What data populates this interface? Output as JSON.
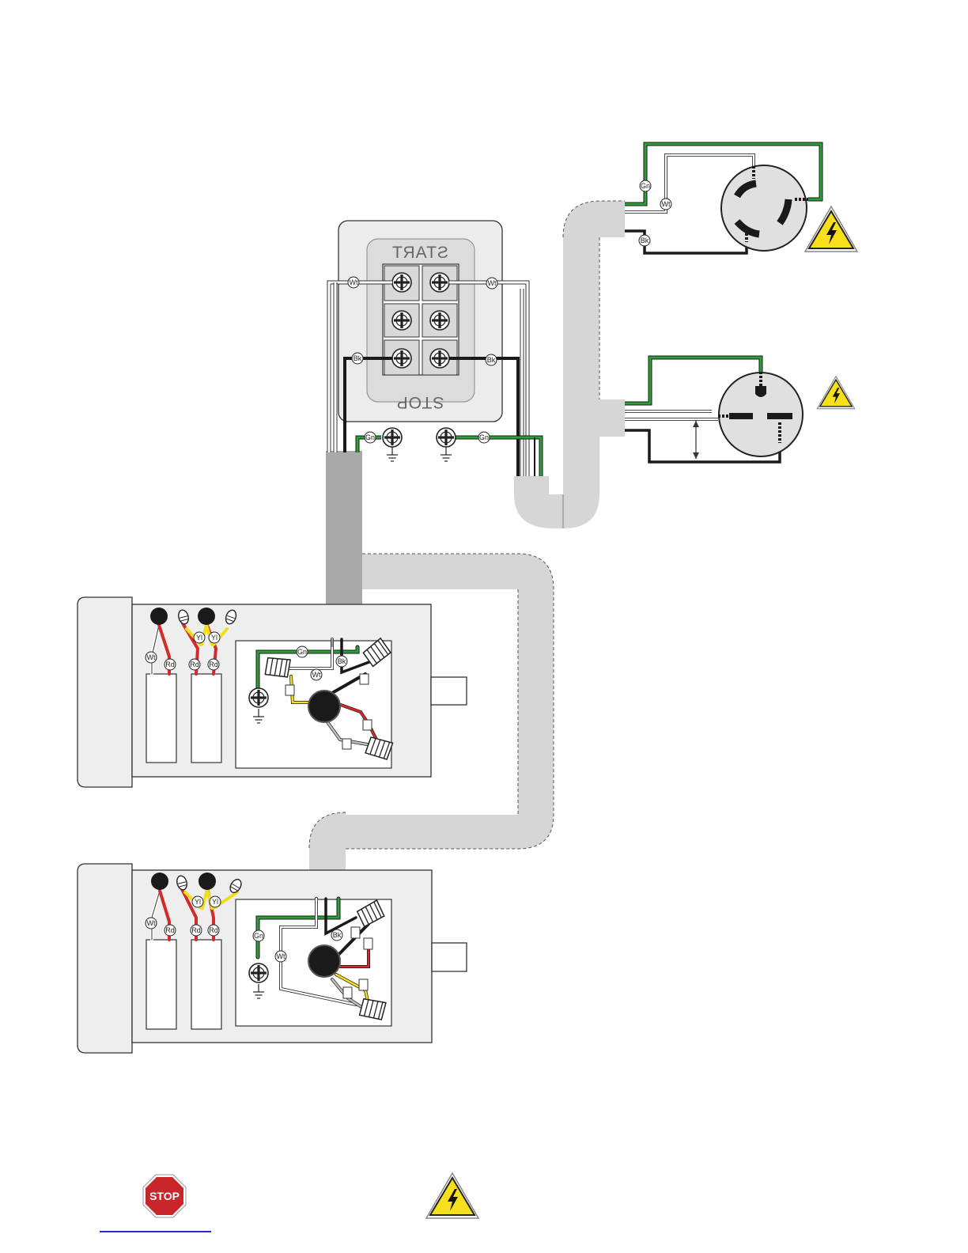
{
  "switch": {
    "top_label": "START",
    "bottom_label": "STOP"
  },
  "wire_labels": {
    "white": "Wt",
    "black": "Bk",
    "green": "Gn",
    "red": "Rd",
    "yellow": "Yl"
  },
  "colors": {
    "green_wire": "#2e9e3a",
    "red_wire": "#d42a2a",
    "yellow_wire": "#f2de1a",
    "black_wire": "#1a1a1a",
    "white_wire": "#ffffff",
    "conduit": "#d6d6d6",
    "warning": "#f7e019",
    "stop_sign": "#c8262b"
  },
  "icons": {
    "warning": "warning-triangle-icon",
    "stop": "stop-sign-icon",
    "ground": "ground-symbol-icon",
    "screw": "terminal-screw-icon"
  },
  "footer": {
    "stop_text": "STOP"
  }
}
